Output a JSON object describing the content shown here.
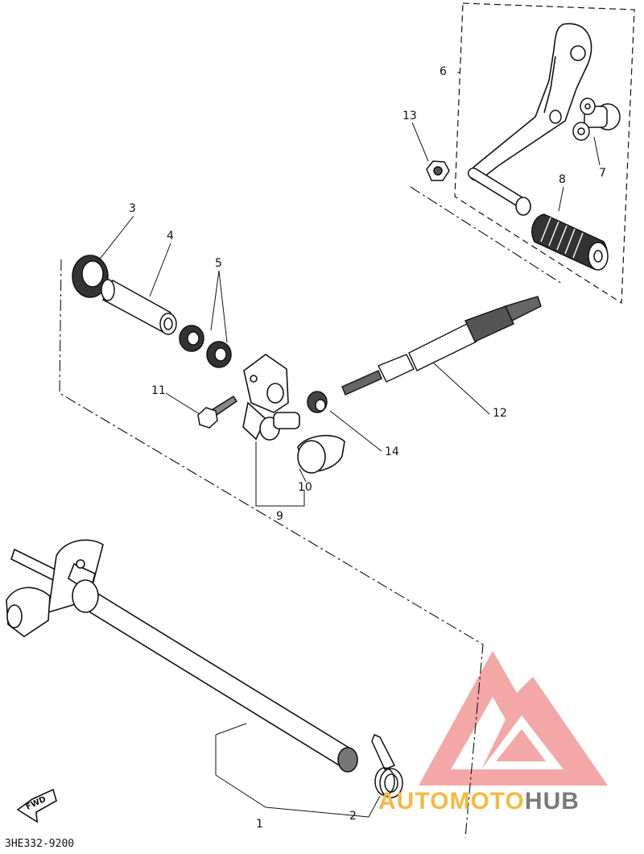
{
  "diagram": {
    "callouts": [
      {
        "id": "1",
        "text": "1"
      },
      {
        "id": "2",
        "text": "2"
      },
      {
        "id": "3",
        "text": "3"
      },
      {
        "id": "4",
        "text": "4"
      },
      {
        "id": "5",
        "text": "5"
      },
      {
        "id": "6",
        "text": "6"
      },
      {
        "id": "7",
        "text": "7"
      },
      {
        "id": "8",
        "text": "8"
      },
      {
        "id": "9",
        "text": "9"
      },
      {
        "id": "10",
        "text": "10"
      },
      {
        "id": "11",
        "text": "11"
      },
      {
        "id": "12",
        "text": "12"
      },
      {
        "id": "13",
        "text": "13"
      },
      {
        "id": "14",
        "text": "14"
      }
    ],
    "fwd_label": "FWD",
    "reference_code": "3HE332-9200"
  },
  "watermark": {
    "brand_part1": "AUTOMOTO",
    "brand_part2": "HUB",
    "colors": {
      "triangle": "#f08a8a",
      "part1": "#f5b942",
      "part2": "#7a7a7a"
    }
  }
}
